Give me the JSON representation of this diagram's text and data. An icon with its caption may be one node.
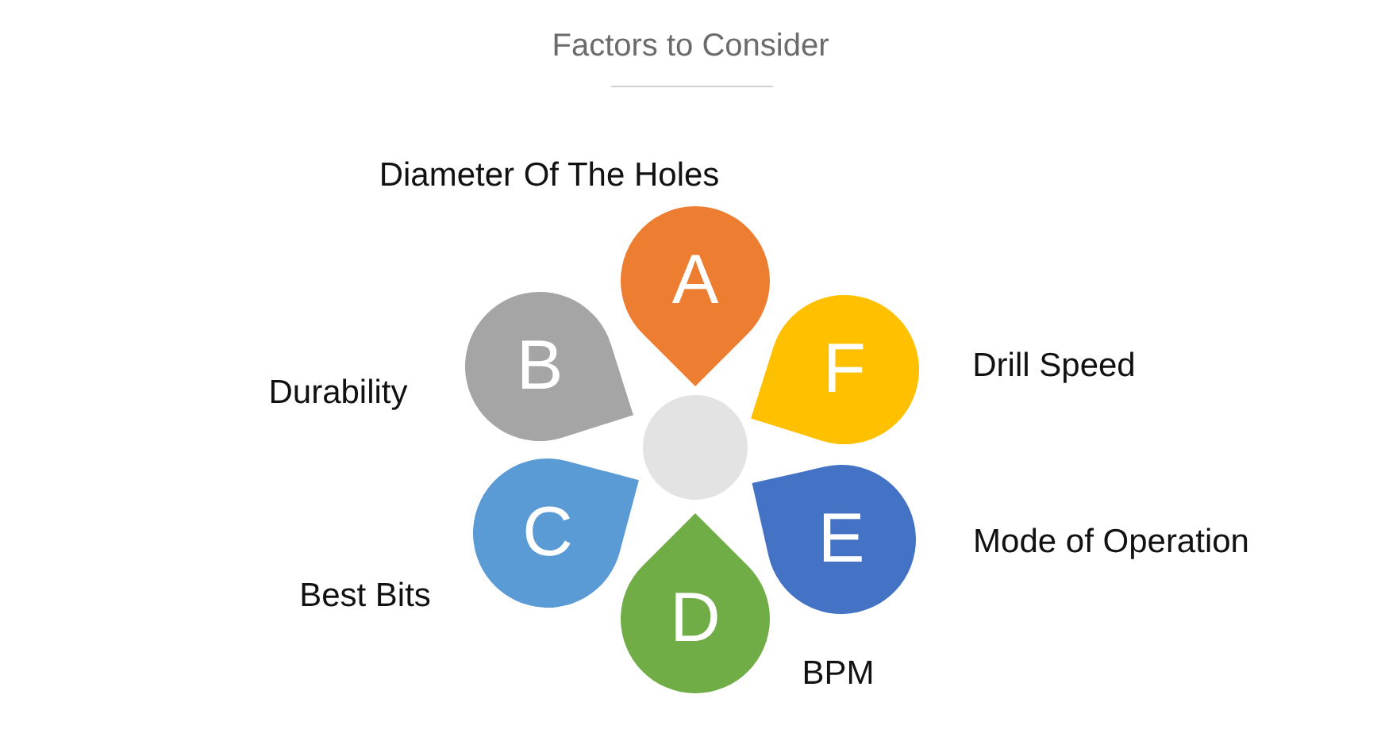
{
  "diagram": {
    "title": "Factors to Consider",
    "nodes": [
      {
        "text": [
          "A"
        ],
        "beside": [
          "Diameter Of The Holes"
        ]
      },
      {
        "text": [
          "B"
        ],
        "beside": [
          "Durability"
        ]
      },
      {
        "text": [
          "F"
        ],
        "beside": [
          "Drill Speed"
        ]
      },
      {
        "text": [
          "C"
        ],
        "beside": [
          "Best Bits"
        ]
      },
      {
        "text": [
          "E"
        ],
        "beside": [
          "Mode of Operation"
        ]
      },
      {
        "text": [
          "D"
        ],
        "beside": [
          "BPM"
        ]
      },
      {
        "text": [],
        "shape": "circle"
      }
    ],
    "edges": []
  }
}
